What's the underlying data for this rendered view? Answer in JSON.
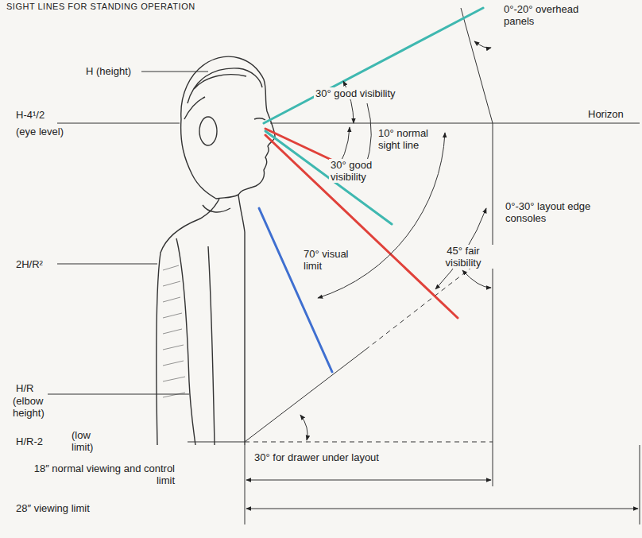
{
  "diagram": {
    "title": "SIGHT LINES FOR STANDING OPERATION",
    "labels": [
      "H (height)",
      "H-4¹/2",
      "(eye level)",
      "2H/R²",
      "H/R",
      "(elbow height)",
      "H/R-2",
      "(low limit)",
      "30° good visibility",
      "10° normal sight line",
      "30° good visibility",
      "70° visual limit",
      "45° fair visibility",
      "0°-20° overhead panels",
      "Horizon",
      "0°-30° layout edge consoles",
      "30° for drawer under layout",
      "18″ normal viewing and control limit",
      "28″ viewing limit"
    ]
  }
}
